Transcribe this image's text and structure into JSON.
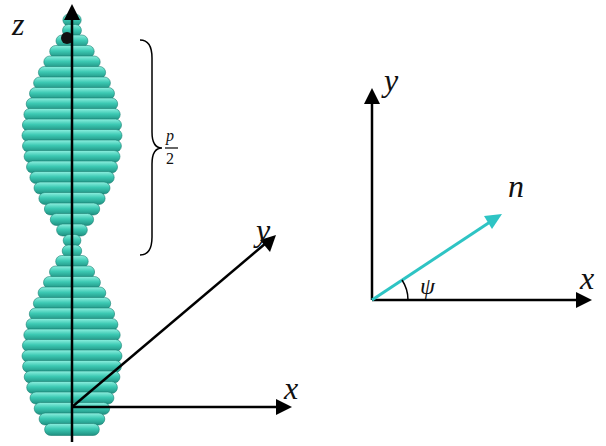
{
  "diagram": {
    "labels": [
      "z",
      "p",
      "2",
      "y",
      "x",
      "y",
      "n",
      "ψ",
      "x"
    ]
  }
}
